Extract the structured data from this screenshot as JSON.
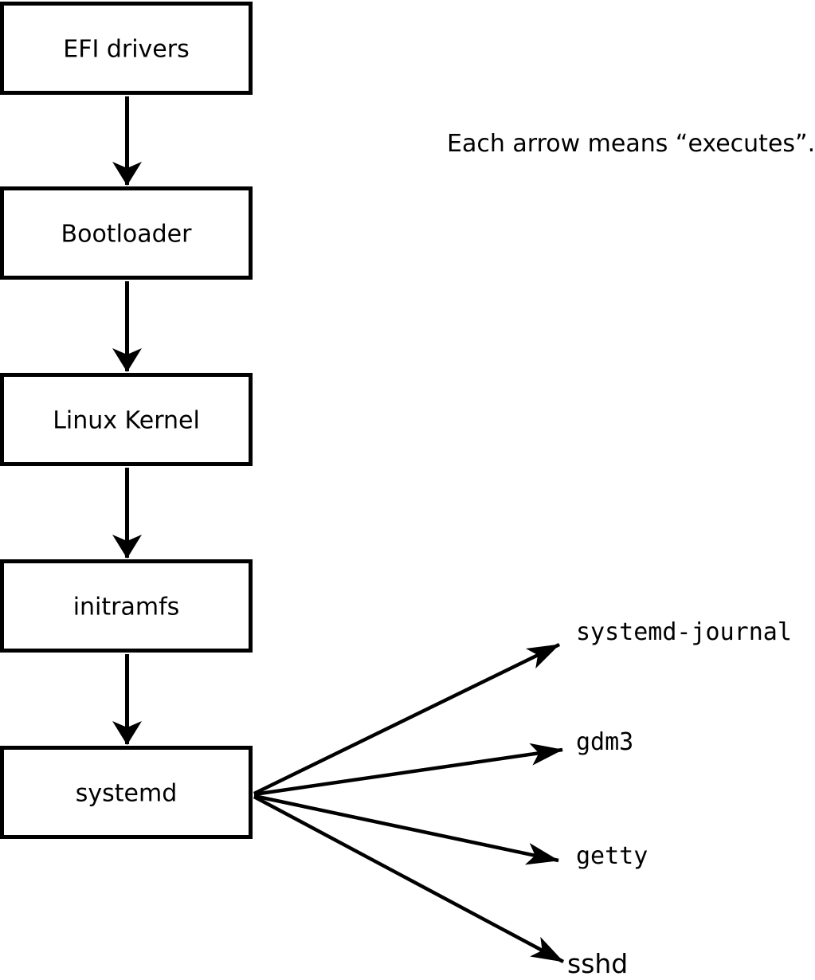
{
  "diagram": {
    "caption": "Each arrow means “executes”.",
    "colors": {
      "ink": "#000000",
      "background": "#ffffff"
    },
    "nodes": [
      {
        "id": "efi-drivers",
        "label": "EFI drivers"
      },
      {
        "id": "bootloader",
        "label": "Bootloader"
      },
      {
        "id": "linux-kernel",
        "label": "Linux Kernel"
      },
      {
        "id": "initramfs",
        "label": "initramfs"
      },
      {
        "id": "systemd",
        "label": "systemd"
      }
    ],
    "leaves": [
      {
        "id": "systemd-journal",
        "label": "systemd-journal"
      },
      {
        "id": "gdm3",
        "label": "gdm3"
      },
      {
        "id": "getty",
        "label": "getty"
      },
      {
        "id": "sshd",
        "label": "sshd"
      }
    ]
  }
}
